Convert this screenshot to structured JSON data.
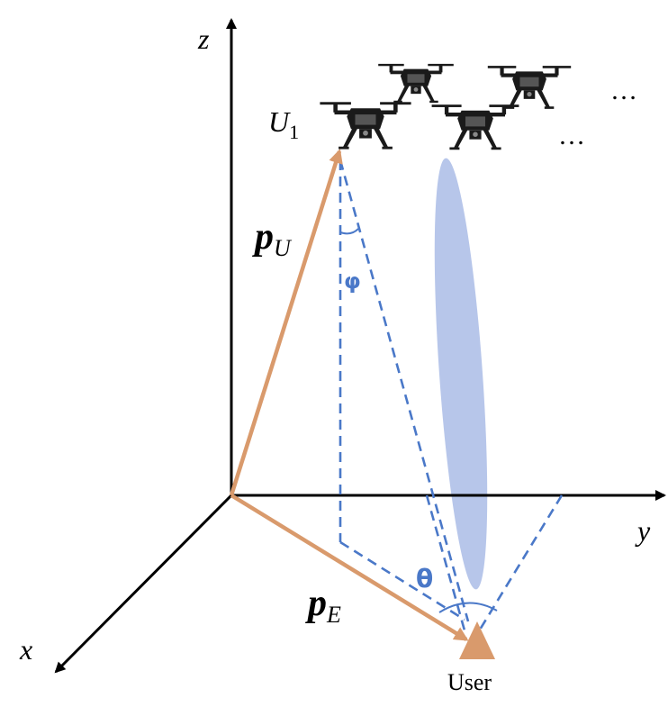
{
  "labels": {
    "axis_z": "z",
    "axis_y": "y",
    "axis_x": "x",
    "uav_label_main": "U",
    "uav_label_sub": "1",
    "vector_pu_main": "p",
    "vector_pu_sub": "U",
    "vector_pe_main": "p",
    "vector_pe_sub": "E",
    "angle_phi": "φ",
    "angle_theta": "θ",
    "user_label": "User",
    "ellipsis_top": "…",
    "ellipsis_bottom": "…"
  },
  "colors": {
    "axis": "#000000",
    "vector": "#d99a6c",
    "dashed": "#4a78c8",
    "beam": "#b7c6ea",
    "user_marker": "#d99a6c",
    "drone": "#1a1a1a"
  },
  "icons": {
    "drone": "quadcopter-icon",
    "user": "triangle-user-icon"
  }
}
